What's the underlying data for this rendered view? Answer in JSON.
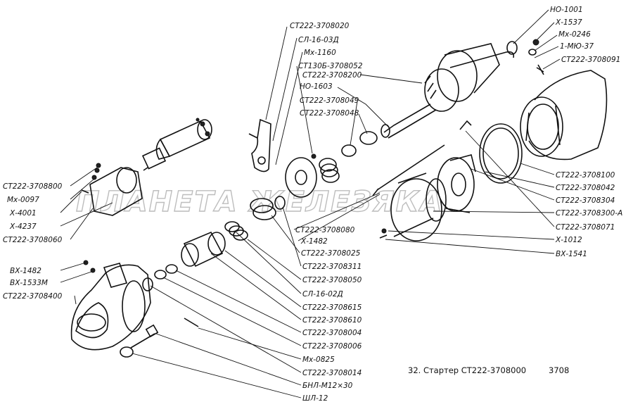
{
  "watermark": "ПЛАНЕТА ЖЕЛЕЗЯКА",
  "caption": {
    "figure": "32. Стартер СТ222-3708000",
    "group": "3708"
  },
  "labels": {
    "top_left": [
      "СТ222-3708020",
      "СЛ-16-03Д",
      "Мх-1160",
      "СТ130Б-3708052",
      "СТ222-3708200",
      "НО-1603",
      "СТ222-3708049",
      "СТ222-3708048"
    ],
    "top_right": [
      "НО-1001",
      "Х-1537",
      "Мх-0246",
      "1-МЮ-37",
      "СТ222-3708091"
    ],
    "left": [
      "СТ222-3708800",
      "Мх-0097",
      "Х-4001",
      "Х-4237",
      "СТ222-3708060",
      "ВХ-1482",
      "ВХ-1533М",
      "СТ222-3708400"
    ],
    "right": [
      "СТ222-3708100",
      "СТ222-3708042",
      "СТ222-3708304",
      "СТ222-3708300-А",
      "СТ222-3708071",
      "Х-1012",
      "ВХ-1541"
    ],
    "middle": [
      "СТ222-3708080",
      "Х-1482",
      "СТ222-3708025",
      "СТ222-3708311",
      "СТ222-3708050",
      "СЛ-16-02Д",
      "СТ222-3708615",
      "СТ222-3708610",
      "СТ222-3708004",
      "СТ222-3708006",
      "Мх-0825",
      "СТ222-3708014",
      "БНЛ-М12×30",
      "ШЛ-12"
    ]
  }
}
